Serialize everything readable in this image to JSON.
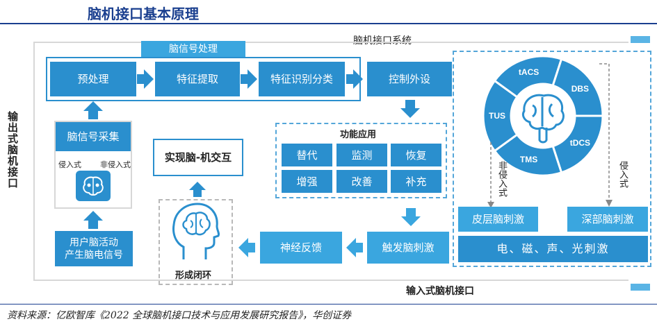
{
  "title": "脑机接口基本原理",
  "system_label": "脑机接口系统",
  "output_bci_label": "输出式脑机接口",
  "input_bci_label": "输入式脑机接口",
  "signal_processing": {
    "header": "脑信号处理",
    "steps": [
      "预处理",
      "特征提取",
      "特征识别分类"
    ]
  },
  "control_device": "控制外设",
  "signal_acquisition": {
    "title": "脑信号采集",
    "invasive": "侵入式",
    "noninvasive": "非侵入式"
  },
  "user_activity": [
    "用户脑活动",
    "产生脑电信号"
  ],
  "bci_interaction": "实现脑-机交互",
  "closed_loop": "形成闭环",
  "function": {
    "title": "功能应用",
    "items": [
      "替代",
      "监测",
      "恢复",
      "增强",
      "改善",
      "补充"
    ]
  },
  "trigger_stim": "触发脑刺激",
  "neural_feedback": "神经反馈",
  "wheel_labels": [
    "tACS",
    "DBS",
    "tDCS",
    "TMS",
    "TUS"
  ],
  "noninvasive_vertical": "非侵入式",
  "invasive_vertical": "侵入式",
  "cortical_stim": "皮层脑刺激",
  "deep_stim": "深部脑刺激",
  "physical_stim": "电、磁、声、光刺激",
  "source": "资料来源：亿欧智库《2022 全球脑机接口技术与应用发展研究报告》，华创证券",
  "colors": {
    "primary": "#2a8fce",
    "light": "#3aa6df",
    "dashed": "#54a6d9",
    "title": "#1a3f8f"
  }
}
